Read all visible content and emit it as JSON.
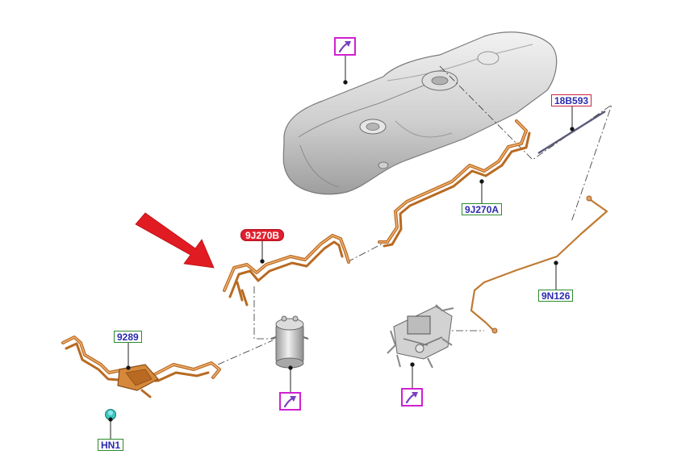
{
  "colors": {
    "pipe": "#d9954a",
    "pipe_dark": "#b86a22",
    "tank": "#c9c9c9",
    "leader": "#222222",
    "callout_text": "#2a2ab0",
    "green_border": "#2d8a2d",
    "red_border": "#c8243a",
    "highlight_fill": "#e0202e",
    "link_border": "#d21fd2",
    "arrow": "#e11b22"
  },
  "callouts": [
    {
      "id": "18B593",
      "label": "18B593",
      "style": "red-border"
    },
    {
      "id": "9J270A",
      "label": "9J270A",
      "style": "green-border"
    },
    {
      "id": "9J270B",
      "label": "9J270B",
      "style": "highlighted"
    },
    {
      "id": "9N126",
      "label": "9N126",
      "style": "green-border"
    },
    {
      "id": "9289",
      "label": "9289",
      "style": "green-border"
    },
    {
      "id": "HN1",
      "label": "HN1",
      "style": "green-border"
    }
  ],
  "links": [
    {
      "id": "fuel-tank-link",
      "icon": "arrow-link-icon"
    },
    {
      "id": "fuel-filter-link",
      "icon": "arrow-link-icon"
    },
    {
      "id": "fuel-pump-link",
      "icon": "arrow-link-icon"
    }
  ],
  "pointer": {
    "icon": "red-arrow-icon"
  }
}
